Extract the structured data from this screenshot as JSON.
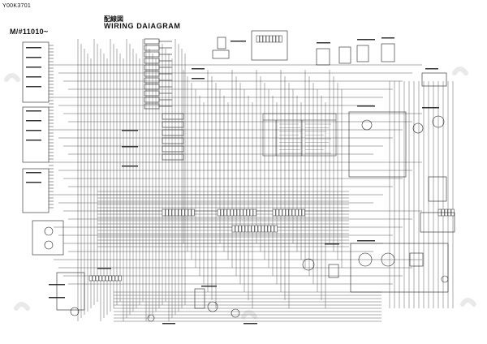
{
  "document": {
    "doc_code": "Y00K3701",
    "title_jp": "配線図",
    "title_en": "WIRING DAIAGRAM",
    "serial_range": "M/#11010~"
  },
  "colors": {
    "ink": "#111111",
    "light_ink": "#555555",
    "paper": "#ffffff",
    "watermark": "#e9e9e9"
  }
}
